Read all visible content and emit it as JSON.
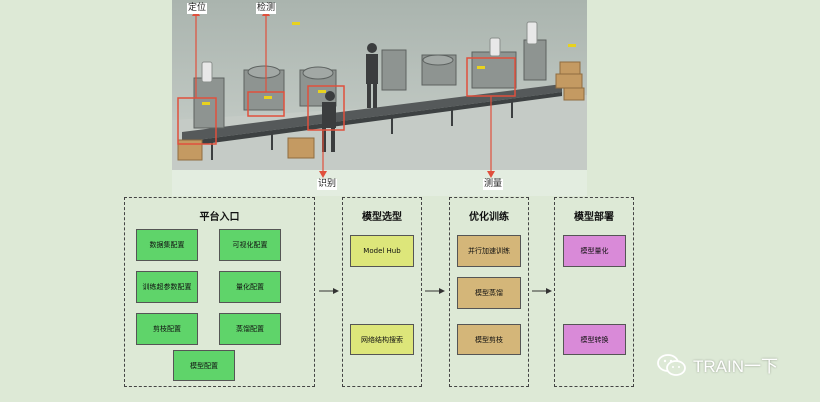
{
  "photo": {
    "callouts": {
      "locate": "定位",
      "detect": "检测",
      "recognize": "识别",
      "measure": "测量"
    }
  },
  "panels": {
    "platform": {
      "title": "平台入口",
      "items": [
        "数据集配置",
        "可视化配置",
        "训练超参数配置",
        "量化配置",
        "剪枝配置",
        "蒸馏配置",
        "模型配置"
      ]
    },
    "model_select": {
      "title": "模型选型",
      "items": [
        "Model Hub",
        "网络结构搜索"
      ]
    },
    "optimize": {
      "title": "优化训练",
      "items": [
        "并行加速训练",
        "模型蒸馏",
        "模型剪枝"
      ]
    },
    "deploy": {
      "title": "模型部署",
      "items": [
        "模型量化",
        "模型转换"
      ]
    }
  },
  "watermark": {
    "text": "TRAIN一下",
    "icon": "wechat-icon"
  },
  "colors": {
    "green": "#5fd46a",
    "yellow": "#dde67a",
    "tan": "#d4b679",
    "magenta": "#d98ad8",
    "red": "#e0503c"
  }
}
